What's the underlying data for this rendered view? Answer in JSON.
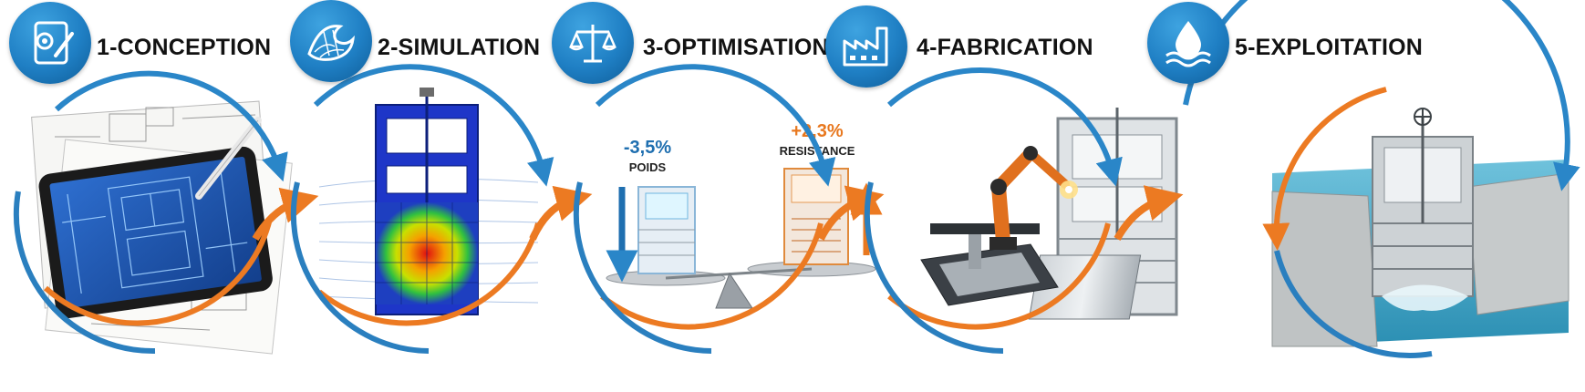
{
  "steps": [
    {
      "number": "1",
      "title": "1-CONCEPTION",
      "icon": "tablet-gear-pencil-icon"
    },
    {
      "number": "2",
      "title": "2-SIMULATION",
      "icon": "wave-mesh-icon"
    },
    {
      "number": "3",
      "title": "3-OPTIMISATION",
      "icon": "balance-scale-icon"
    },
    {
      "number": "4",
      "title": "4-FABRICATION",
      "icon": "factory-icon"
    },
    {
      "number": "5",
      "title": "5-EXPLOITATION",
      "icon": "water-drop-icon"
    }
  ],
  "optimisation": {
    "weight_change": "-3,5%",
    "weight_label": "POIDS",
    "strength_change": "+2,3%",
    "strength_label": "RESISTANCE"
  },
  "colors": {
    "badge_blue": "#1f7fc4",
    "cycle_blue": "#2a7fbf",
    "cycle_orange": "#ec7a22",
    "weight_blue": "#1f6fb0",
    "strength_orange": "#e8781f"
  }
}
